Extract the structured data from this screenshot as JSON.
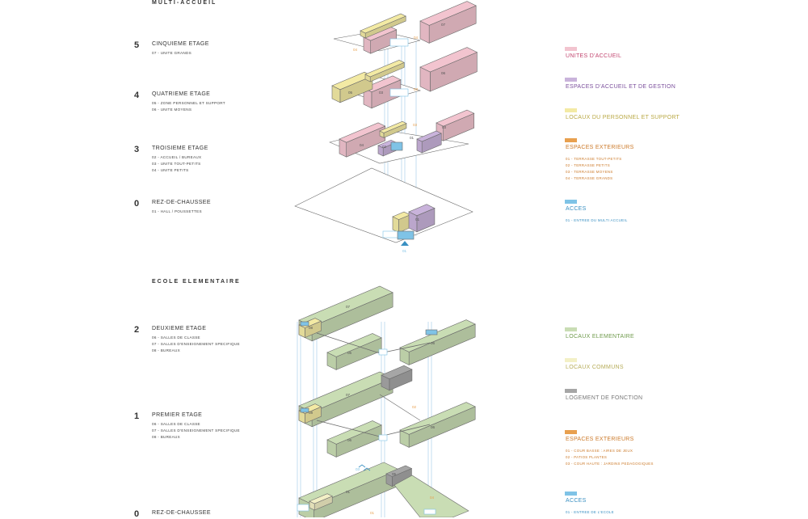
{
  "colors": {
    "pink": "#f2c4cf",
    "purple": "#c9b3db",
    "yellow": "#f3eaa4",
    "orange": "#e8a04f",
    "blue": "#7fc3e6",
    "green": "#c9ddb4",
    "cream": "#f3f0c6",
    "grey": "#a6a6a6",
    "line": "#6b6b6b"
  },
  "multi": {
    "title": "MULTI-ACCUEIL",
    "levels": [
      {
        "num": "5",
        "name": "CINQUIEME ETAGE",
        "items": [
          "07 - UNITE GRANDS"
        ]
      },
      {
        "num": "4",
        "name": "QUATRIEME ETAGE",
        "items": [
          "05 - ZONE PERSONNEL ET SUPPORT",
          "06 - UNITE MOYENS"
        ]
      },
      {
        "num": "3",
        "name": "TROISIEME ETAGE",
        "items": [
          "02 - ACCUEIL / BUREAUX",
          "03 - UNITE TOUT-PETITS",
          "04 - UNITE PETITS"
        ]
      },
      {
        "num": "0",
        "name": "REZ-DE-CHAUSSEE",
        "items": [
          "01 - HALL / POUSSETTES"
        ]
      }
    ],
    "legend": [
      {
        "label": "UNITES D'ACCUEIL",
        "color": "#f2c4cf",
        "text_color": "#c2456f",
        "items": []
      },
      {
        "label": "ESPACES D'ACCUEIL ET DE GESTION",
        "color": "#c9b3db",
        "text_color": "#7b4f9c",
        "items": []
      },
      {
        "label": "LOCAUX DU PERSONNEL ET SUPPORT",
        "color": "#f3eaa4",
        "text_color": "#b9a844",
        "items": []
      },
      {
        "label": "ESPACES EXTERIEURS",
        "color": "#e8a04f",
        "text_color": "#cc7a2a",
        "items": [
          "01 - TERRASSE TOUT-PETITS",
          "02 - TERRASSE PETITS",
          "03 - TERRASSE MOYENS",
          "04 - TERRASSE GRANDS"
        ]
      },
      {
        "label": "ACCES",
        "color": "#7fc3e6",
        "text_color": "#3a90c2",
        "items": [
          "01 - ENTREE DU MULTI ACCUEIL"
        ]
      }
    ]
  },
  "ecole": {
    "title": "ECOLE ELEMENTAIRE",
    "levels": [
      {
        "num": "2",
        "name": "DEUXIEME ETAGE",
        "items": [
          "06 - SALLES DE CLASSE",
          "07 - SALLES D'ENSEIGNEMENT SPECIFIQUE",
          "08 - BUREAUX"
        ]
      },
      {
        "num": "1",
        "name": "PREMIER ETAGE",
        "items": [
          "06 - SALLES DE CLASSE",
          "07 - SALLES D'ENSEIGNEMENT SPECIFIQUE",
          "08 - BUREAUX"
        ]
      },
      {
        "num": "0",
        "name": "REZ-DE-CHAUSSEE",
        "items": []
      }
    ],
    "legend": [
      {
        "label": "LOCAUX ELEMENTAIRE",
        "color": "#c9ddb4",
        "text_color": "#6f9a4c",
        "items": []
      },
      {
        "label": "LOCAUX COMMUNS",
        "color": "#f3f0c6",
        "text_color": "#b7ad5a",
        "items": []
      },
      {
        "label": "LOGEMENT DE FONCTION",
        "color": "#a6a6a6",
        "text_color": "#777777",
        "items": []
      },
      {
        "label": "ESPACES EXTERIEURS",
        "color": "#e8a04f",
        "text_color": "#cc7a2a",
        "items": [
          "01 - COUR BASSE : AIRES DE JEUX",
          "02 - PATIOS PLANTES",
          "03 - COUR HAUTE : JARDINS PEDAGOGIQUES"
        ]
      },
      {
        "label": "ACCES",
        "color": "#7fc3e6",
        "text_color": "#3a90c2",
        "items": [
          "01 - ENTREE DE L'ECOLE"
        ]
      }
    ]
  },
  "diagram_labels": {
    "m5": [
      "07",
      "04"
    ],
    "m4": [
      "05",
      "06",
      "03"
    ],
    "m3": [
      "04",
      "02",
      "01",
      "03"
    ],
    "m0": [
      "01",
      "01"
    ],
    "e2": [
      "07",
      "08",
      "06",
      "06"
    ],
    "e1": [
      "07",
      "08",
      "06",
      "06",
      "02"
    ],
    "e0": [
      "01",
      "05",
      "03",
      "04",
      "01"
    ]
  }
}
